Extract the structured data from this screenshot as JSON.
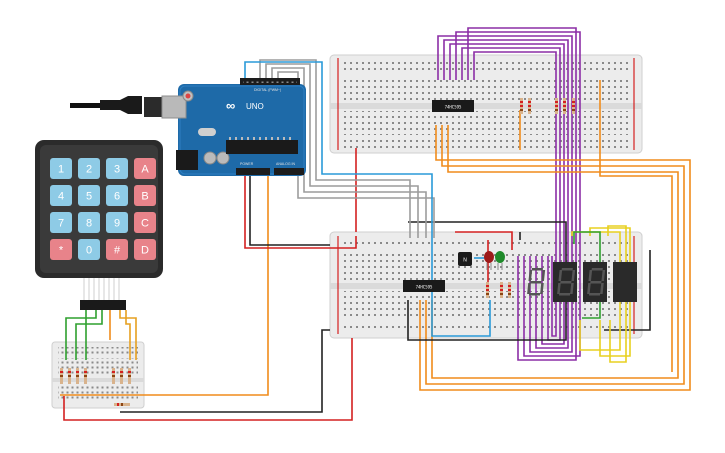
{
  "arduino": {
    "brand": "∞",
    "model": "UNO",
    "digital_label": "DIGITAL (PWM~)",
    "analog_label": "ANALOG IN",
    "power_label": "POWER"
  },
  "keypad": {
    "keys": [
      [
        "1",
        "2",
        "3",
        "A"
      ],
      [
        "4",
        "5",
        "6",
        "B"
      ],
      [
        "7",
        "8",
        "9",
        "C"
      ],
      [
        "*",
        "0",
        "#",
        "D"
      ]
    ]
  },
  "chips": {
    "top_chip": "74HC595",
    "mid_chip": "74HC595"
  },
  "colors": {
    "breadboard": "#ececec",
    "arduino_blue": "#1e6aa8",
    "key_blue": "#8ecbe6",
    "key_red": "#e8838a",
    "wire_red": "#d42020",
    "wire_orange": "#f08c1c",
    "wire_purple": "#8c2ea6",
    "wire_black": "#222222",
    "wire_gray": "#9c9c9c",
    "wire_cyan": "#2a9ad8",
    "wire_yellow": "#e8d020",
    "wire_green": "#2fa02f"
  }
}
